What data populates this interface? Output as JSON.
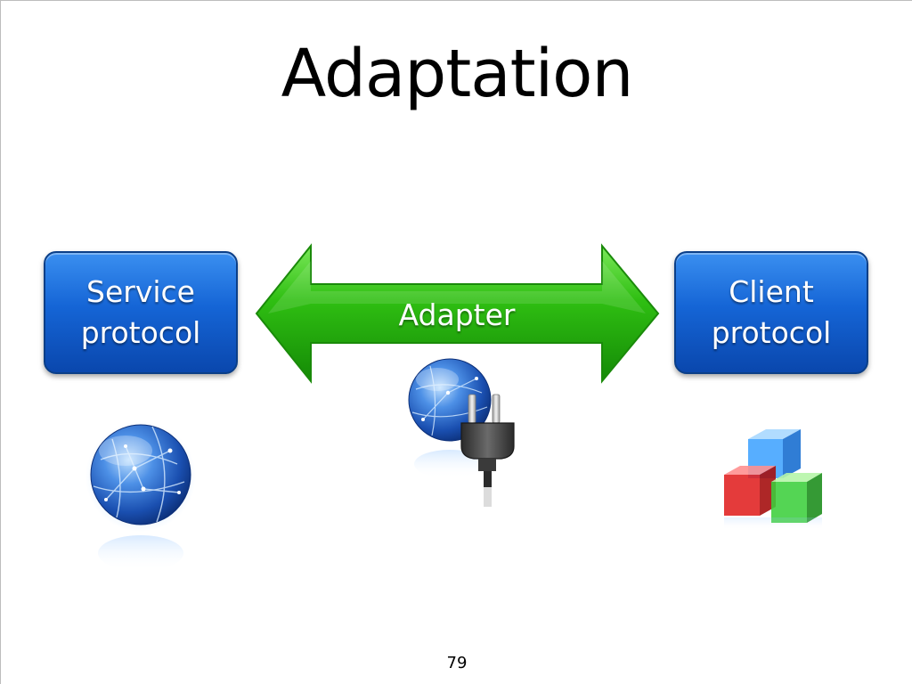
{
  "slide": {
    "title": "Adaptation",
    "page_number": "79"
  },
  "service_box": {
    "line1": "Service",
    "line2": "protocol"
  },
  "client_box": {
    "line1": "Client",
    "line2": "protocol"
  },
  "adapter_arrow": {
    "label": "Adapter"
  },
  "icons": {
    "service": "globe-icon",
    "adapter": "globe-plug-icon",
    "client": "cubes-icon"
  },
  "colors": {
    "box_blue": "#1565d6",
    "arrow_green": "#2fbf12",
    "cube_blue": "#3aa0ff",
    "cube_red": "#e02020",
    "cube_green": "#3ccf3c"
  }
}
